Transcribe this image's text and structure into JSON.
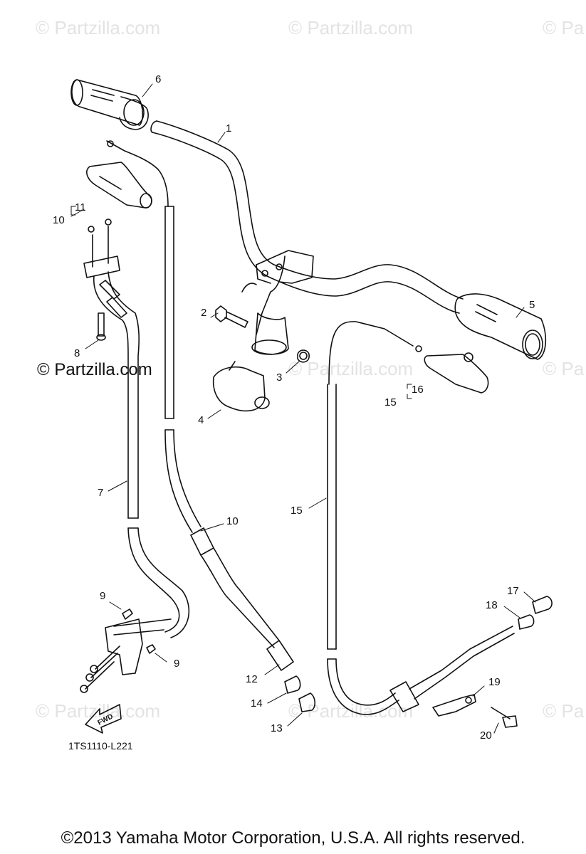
{
  "watermark": "© Partzilla.com",
  "watermark_partial": "© Pa",
  "callouts": {
    "c1": "1",
    "c2": "2",
    "c3": "3",
    "c4": "4",
    "c5": "5",
    "c6": "6",
    "c7": "7",
    "c8": "8",
    "c9a": "9",
    "c9b": "9",
    "c10a": "10",
    "c10b": "10",
    "c11": "11",
    "c12": "12",
    "c13": "13",
    "c14": "14",
    "c15a": "15",
    "c15b": "15",
    "c16": "16",
    "c17": "17",
    "c18": "18",
    "c19": "19",
    "c20": "20"
  },
  "fwd_label": "FWD",
  "diagram_code": "1TS1110-L221",
  "copyright": "©2013  Yamaha Motor Corporation, U.S.A. All rights reserved."
}
